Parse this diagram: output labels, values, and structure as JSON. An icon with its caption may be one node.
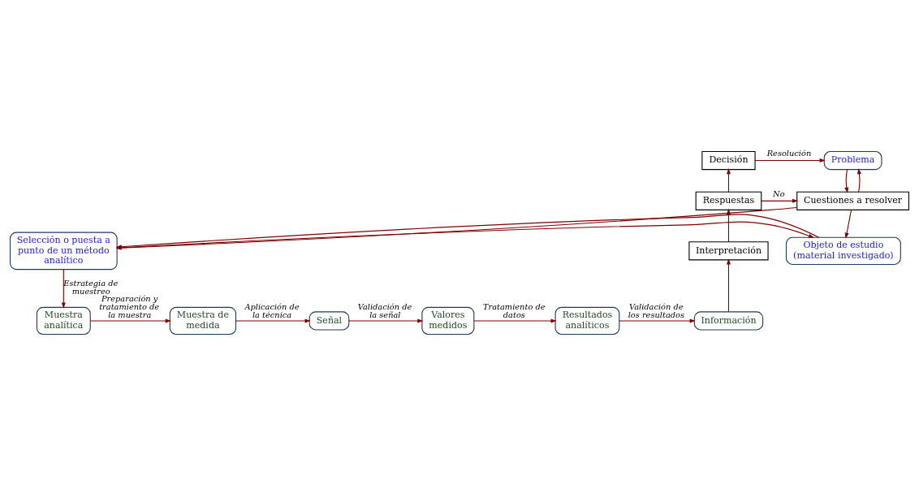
{
  "diagram": {
    "nodes": [
      {
        "text": [
          "Problema"
        ]
      },
      {
        "text": [
          "Decisión"
        ]
      },
      {
        "text": [
          "Cuestiones a resolver"
        ]
      },
      {
        "text": [
          "Respuestas"
        ]
      },
      {
        "text": [
          "Selección o puesta a punto de un método analítico"
        ]
      },
      {
        "text": [
          "Objeto de estudio (material investigado)"
        ]
      },
      {
        "text": [
          "Interpretación"
        ]
      },
      {
        "text": [
          "Muestra analítica"
        ]
      },
      {
        "text": [
          "Muestra de medida"
        ]
      },
      {
        "text": [
          "Señal"
        ]
      },
      {
        "text": [
          "Valores medidos"
        ]
      },
      {
        "text": [
          "Resultados analíticos"
        ]
      },
      {
        "text": [
          "Información"
        ]
      }
    ],
    "edges": [
      {
        "from": 1,
        "to": 0,
        "arrow": "to",
        "label": "Resolución"
      },
      {
        "from": 0,
        "to": 2,
        "arrow": "to"
      },
      {
        "from": 2,
        "to": 0,
        "arrow": "to"
      },
      {
        "from": 3,
        "to": 2,
        "arrow": "to",
        "label": "No"
      },
      {
        "from": 3,
        "to": 1,
        "arrow": "to"
      },
      {
        "from": 2,
        "to": 4,
        "arrow": "to"
      },
      {
        "from": 2,
        "to": 5,
        "arrow": "to"
      },
      {
        "from": 4,
        "to": 5,
        "arrow": "to"
      },
      {
        "from": 5,
        "to": 4,
        "arrow": "to"
      },
      {
        "from": 4,
        "to": 7,
        "arrow": "to",
        "label": "Estrategia de muestreo"
      },
      {
        "from": 7,
        "to": 8,
        "arrow": "to",
        "label": "Preparación y tratamiento de la muestra"
      },
      {
        "from": 8,
        "to": 9,
        "arrow": "to",
        "label": "Aplicación de la técnica"
      },
      {
        "from": 9,
        "to": 10,
        "arrow": "to",
        "label": "Validación de la señal"
      },
      {
        "from": 10,
        "to": 11,
        "arrow": "to",
        "label": "Tratamiento de datos"
      },
      {
        "from": 11,
        "to": 12,
        "arrow": "to",
        "label": "Validación de los resultados"
      },
      {
        "from": 12,
        "to": 6,
        "arrow": "to"
      },
      {
        "from": 6,
        "to": 3,
        "arrow": "to"
      }
    ]
  }
}
